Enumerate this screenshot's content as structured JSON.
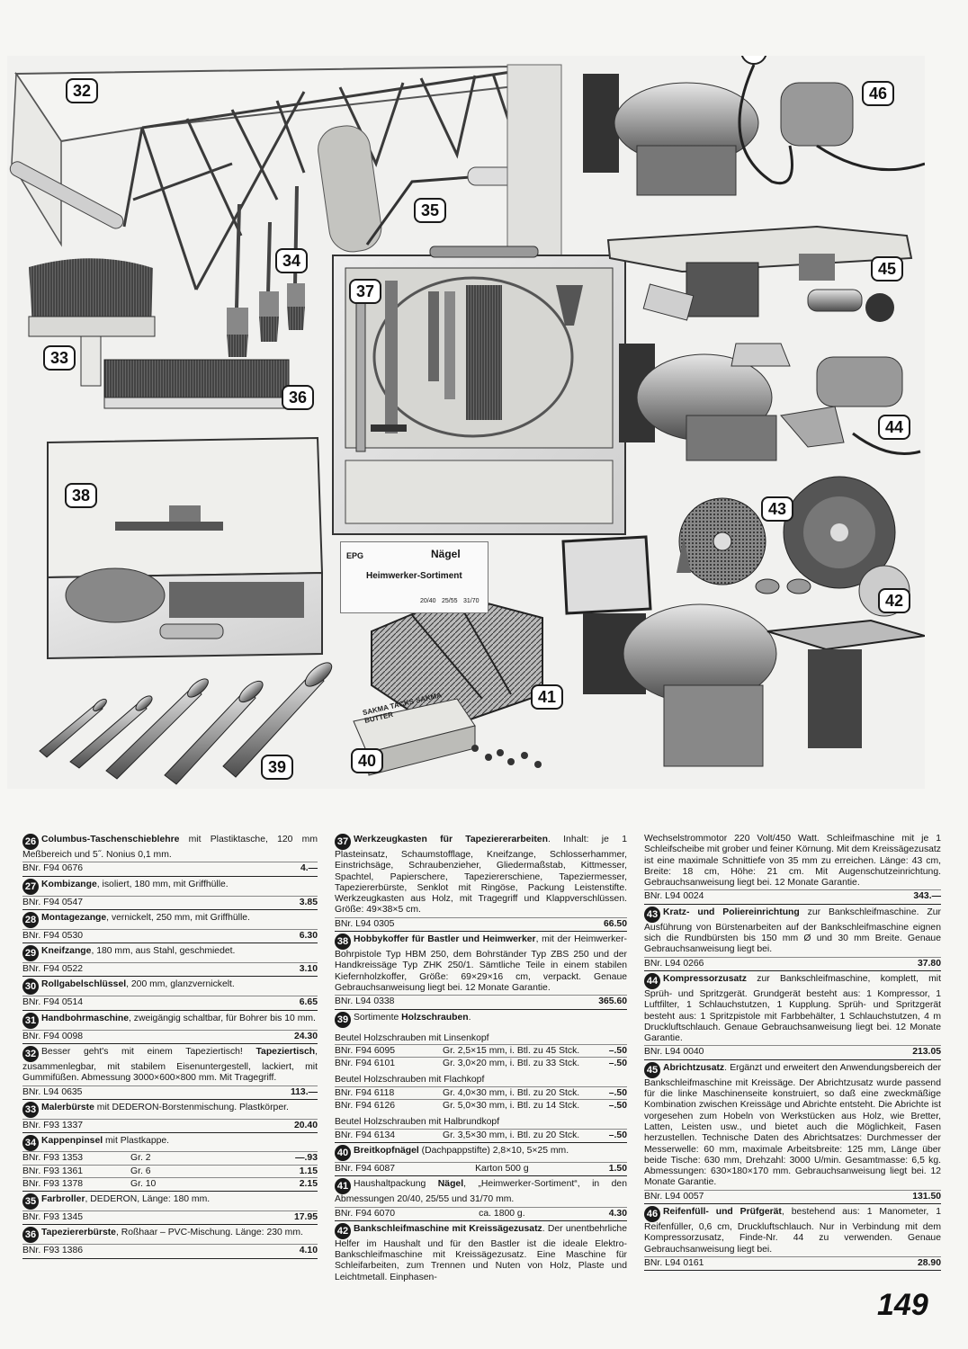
{
  "figure": {
    "badges": [
      "32",
      "33",
      "34",
      "35",
      "36",
      "37",
      "38",
      "39",
      "40",
      "41",
      "42",
      "43",
      "44",
      "45",
      "46"
    ],
    "box40_label": [
      "SAKMA",
      "TACKS",
      "SAKMA",
      "BUTTER"
    ],
    "card_text": {
      "brand": "EPG",
      "title": "Heimwerker-Sortiment",
      "nails": "Nägel",
      "cells": [
        "20/40",
        "25/55",
        "31/70"
      ]
    }
  },
  "columns": {
    "col1": [
      {
        "n": "26",
        "title": "Columbus-Taschenschieblehre",
        "text": " mit Plastiktasche, 120 mm Meßbereich und 5˝. Nonius 0,1 mm.",
        "bnr": "BNr. F94 0676",
        "price": "4.—"
      },
      {
        "n": "27",
        "title": "Kombizange",
        "text": ", isoliert, 180 mm, mit Griffhülle.",
        "bnr": "BNr. F94 0547",
        "price": "3.85"
      },
      {
        "n": "28",
        "title": "Montagezange",
        "text": ", vernickelt, 250 mm, mit Griffhülle.",
        "bnr": "BNr. F94 0530",
        "price": "6.30"
      },
      {
        "n": "29",
        "title": "Kneifzange",
        "text": ", 180 mm, aus Stahl, geschmiedet.",
        "bnr": "BNr. F94 0522",
        "price": "3.10"
      },
      {
        "n": "30",
        "title": "Rollgabelschlüssel",
        "text": ", 200 mm, glanzvernickelt.",
        "bnr": "BNr. F94 0514",
        "price": "6.65"
      },
      {
        "n": "31",
        "title": "Handbohrmaschine",
        "text": ", zweigängig schaltbar, für Bohrer bis 10 mm.",
        "bnr": "BNr. F94 0098",
        "price": "24.30"
      },
      {
        "n": "32",
        "pre": "Besser geht's mit einem Tapeziertisch! ",
        "title": "Tapeziertisch",
        "text": ", zusammenlegbar, mit stabilem Eisenuntergestell, lackiert, mit Gummifüßen. Abmessung 3000×600×800 mm. Mit Tragegriff.",
        "bnr": "BNr. L94 0635",
        "price": "113.—"
      },
      {
        "n": "33",
        "title": "Malerbürste",
        "text": " mit DEDERON-Borstenmischung. Plastkörper.",
        "bnr": "BNr. F93 1337",
        "price": "20.40"
      },
      {
        "n": "34",
        "title": "Kappenpinsel",
        "text": " mit Plastkappe.",
        "rows": [
          {
            "bnr": "BNr. F93 1353",
            "size": "Gr. 2",
            "price": "—.93"
          },
          {
            "bnr": "BNr. F93 1361",
            "size": "Gr. 6",
            "price": "1.15"
          },
          {
            "bnr": "BNr. F93 1378",
            "size": "Gr. 10",
            "price": "2.15"
          }
        ]
      },
      {
        "n": "35",
        "title": "Farbroller",
        "text": ", DEDERON, Länge: 180 mm.",
        "bnr": "BNr. F93 1345",
        "price": "17.95"
      },
      {
        "n": "36",
        "title": "Tapeziererbürste",
        "text": ", Roßhaar – PVC-Mischung. Länge: 230 mm.",
        "bnr": "BNr. F93 1386",
        "price": "4.10"
      }
    ],
    "col2": [
      {
        "n": "37",
        "title": "Werkzeugkasten für Tapeziererarbeiten",
        "text": ". Inhalt: je 1 Plasteinsatz, Schaumstofflage, Kneifzange, Schlosserhammer, Einstrichsäge, Schraubenzieher, Gliedermaßstab, Kittmesser, Spachtel, Papierschere, Tapeziererschiene, Tapeziermesser, Tapeziererbürste, Senklot mit Ringöse, Packung Leistenstifte. Werkzeugkasten aus Holz, mit Tragegriff und Klappverschlüssen. Größe: 49×38×5 cm.",
        "bnr": "BNr. L94 0305",
        "price": "66.50"
      },
      {
        "n": "38",
        "title": "Hobbykoffer für Bastler und Heimwerker",
        "text": ", mit der Heimwerker-Bohrpistole Typ HBM 250, dem Bohrständer Typ ZBS 250 und der Handkreissäge Typ ZHK 250/1. Sämtliche Teile in einem stabilen Kiefernholzkoffer, Größe: 69×29×16 cm, verpackt. Genaue Gebrauchsanweisung liegt bei. 12 Monate Garantie.",
        "bnr": "BNr. L94 0338",
        "price": "365.60"
      },
      {
        "n": "39",
        "pre": "Sortimente ",
        "title": "Holzschrauben",
        "text": ".",
        "groups": [
          {
            "head": "Beutel Holzschrauben mit Linsenkopf",
            "rows": [
              {
                "bnr": "BNr. F94 6095",
                "size": "Gr. 2,5×15 mm, i. Btl. zu 45 Stck.",
                "price": "–.50"
              },
              {
                "bnr": "BNr. F94 6101",
                "size": "Gr. 3,0×20 mm, i. Btl. zu 33 Stck.",
                "price": "–.50"
              }
            ]
          },
          {
            "head": "Beutel Holzschrauben mit Flachkopf",
            "rows": [
              {
                "bnr": "BNr. F94 6118",
                "size": "Gr. 4,0×30 mm, i. Btl. zu 20 Stck.",
                "price": "–.50"
              },
              {
                "bnr": "BNr. F94 6126",
                "size": "Gr. 5,0×30 mm, i. Btl. zu 14 Stck.",
                "price": "–.50"
              }
            ]
          },
          {
            "head": "Beutel Holzschrauben mit Halbrundkopf",
            "rows": [
              {
                "bnr": "BNr. F94 6134",
                "size": "Gr. 3,5×30 mm, i. Btl. zu 20 Stck.",
                "price": "–.50"
              }
            ]
          }
        ]
      },
      {
        "n": "40",
        "title": "Breitkopfnägel",
        "text": " (Dachpappstifte) 2,8×10, 5×25 mm.",
        "bnr": "BNr. F94 6087",
        "mid": "Karton 500 g",
        "price": "1.50"
      },
      {
        "n": "41",
        "pre": "Haushaltpackung ",
        "title": "Nägel",
        "text": ", „Heimwerker-Sortiment“, in den Abmessungen 20/40, 25/55 und 31/70 mm.",
        "bnr": "BNr. F94 6070",
        "mid": "ca. 1800 g.",
        "price": "4.30"
      },
      {
        "n": "42",
        "title": "Bankschleifmaschine mit Kreissägezusatz",
        "text": ". Der unentbehrliche Helfer im Haushalt und für den Bastler ist die ideale Elektro-Bankschleifmaschine mit Kreissägezusatz. Eine Maschine für Schleifarbeiten, zum Trennen und Nuten von Holz, Plaste und Leichtmetall. Einphasen-"
      }
    ],
    "col3": [
      {
        "cont": "Wechselstrommotor 220 Volt/450 Watt. Schleifmaschine mit je 1 Schleifscheibe mit grober und feiner Körnung. Mit dem Kreissägezusatz ist eine maximale Schnittiefe von 35 mm zu erreichen. Länge: 43 cm, Breite: 18 cm, Höhe: 21 cm. Mit Augenschutzeinrichtung. Gebrauchsanweisung liegt bei. 12 Monate Garantie.",
        "bnr": "BNr. L94 0024",
        "price": "343.—"
      },
      {
        "n": "43",
        "title": "Kratz- und Poliereinrichtung",
        "text": " zur Bankschleifmaschine. Zur Ausführung von Bürstenarbeiten auf der Bankschleifmaschine eignen sich die Rundbürsten bis 150 mm Ø und 30 mm Breite. Genaue Gebrauchsanweisung liegt bei.",
        "bnr": "BNr. L94 0266",
        "price": "37.80"
      },
      {
        "n": "44",
        "title": "Kompressorzusatz",
        "text": " zur Bankschleifmaschine, komplett, mit Sprüh- und Spritzgerät. Grundgerät besteht aus: 1 Kompressor, 1 Luftfilter, 1 Schlauchstutzen, 1 Kupplung. Sprüh- und Spritzgerät besteht aus: 1 Spritzpistole mit Farbbehälter, 1 Schlauchstutzen, 4 m Druckluftschlauch. Genaue Gebrauchsanweisung liegt bei. 12 Monate Garantie.",
        "bnr": "BNr. L94 0040",
        "price": "213.05"
      },
      {
        "n": "45",
        "title": "Abrichtzusatz",
        "text": ". Ergänzt und erweitert den Anwendungsbereich der Bankschleifmaschine mit Kreissäge. Der Abrichtzusatz wurde passend für die linke Maschinenseite konstruiert, so daß eine zweckmäßige Kombination zwischen Kreissäge und Abrichte entsteht. Die Abrichte ist vorgesehen zum Hobeln von Werkstücken aus Holz, wie Bretter, Latten, Leisten usw., und bietet auch die Möglichkeit, Fasen herzustellen. Technische Daten des Abrichtsatzes: Durchmesser der Messerwelle: 60 mm, maximale Arbeitsbreite: 125 mm, Länge über beide Tische: 630 mm, Drehzahl: 3000 U/min. Gesamtmasse: 6,5 kg. Abmessungen: 630×180×170 mm. Gebrauchsanweisung liegt bei. 12 Monate Garantie.",
        "bnr": "BNr. L94 0057",
        "price": "131.50"
      },
      {
        "n": "46",
        "title": "Reifenfüll- und Prüfgerät",
        "text": ", bestehend aus: 1 Manometer, 1 Reifenfüller, 0,6 cm, Druckluftschlauch. Nur in Verbindung mit dem Kompressorzusatz, Finde-Nr. 44 zu verwenden. Genaue Gebrauchsanweisung liegt bei.",
        "bnr": "BNr. L94 0161",
        "price": "28.90"
      }
    ]
  },
  "page_number": "149"
}
